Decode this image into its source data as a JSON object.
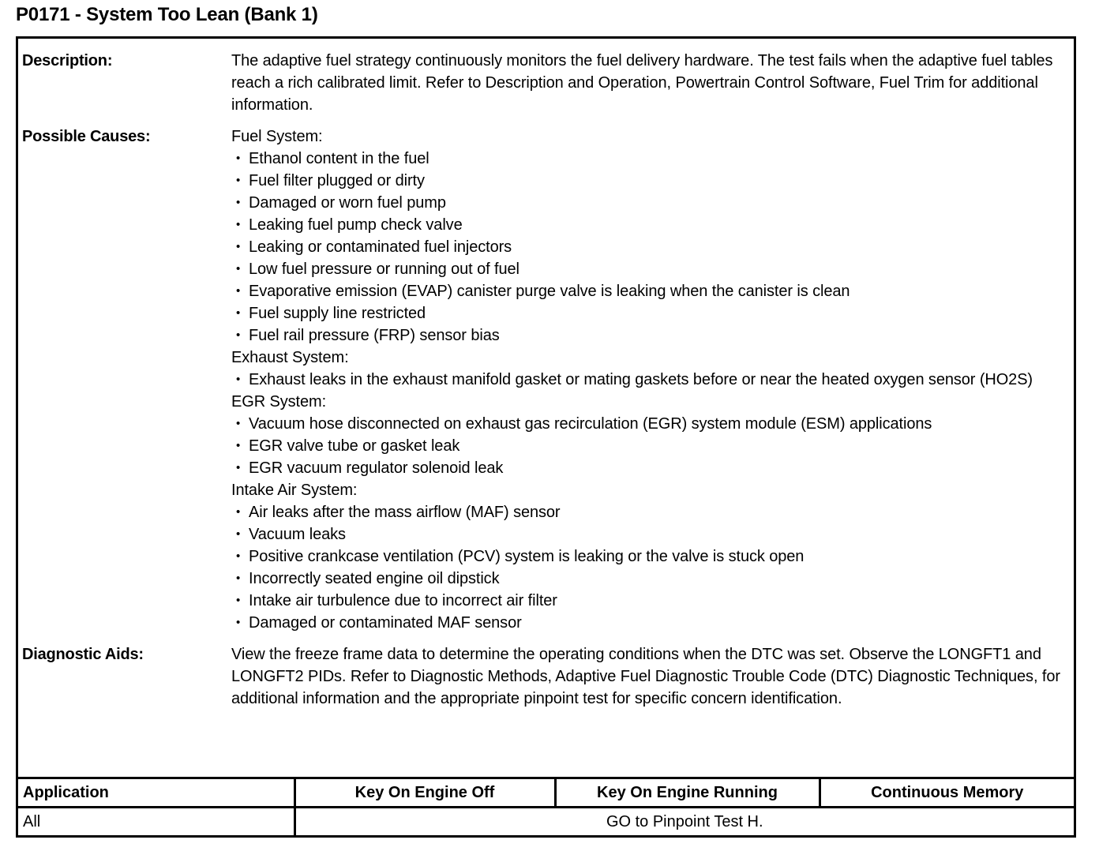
{
  "document": {
    "title": "P0171 - System Too Lean (Bank 1)"
  },
  "info": {
    "description": {
      "label": "Description:",
      "text": "The adaptive fuel strategy continuously monitors the fuel delivery hardware. The test fails when the adaptive fuel tables reach a rich calibrated limit. Refer to Description and Operation, Powertrain Control Software, Fuel Trim for additional information."
    },
    "possible_causes": {
      "label": "Possible Causes:",
      "groups": [
        {
          "heading": "Fuel System:",
          "items": [
            "Ethanol content in the fuel",
            "Fuel filter plugged or dirty",
            "Damaged or worn fuel pump",
            "Leaking fuel pump check valve",
            "Leaking or contaminated fuel injectors",
            "Low fuel pressure or running out of fuel",
            "Evaporative emission (EVAP) canister purge valve is leaking when the canister is clean",
            "Fuel supply line restricted",
            "Fuel rail pressure (FRP) sensor bias"
          ]
        },
        {
          "heading": "Exhaust System:",
          "items": [
            "Exhaust leaks in the exhaust manifold gasket or mating gaskets before or near the heated oxygen sensor (HO2S)"
          ]
        },
        {
          "heading": "EGR System:",
          "items": [
            "Vacuum hose disconnected on exhaust gas recirculation (EGR) system module (ESM) applications",
            "EGR valve tube or gasket leak",
            "EGR vacuum regulator solenoid leak"
          ]
        },
        {
          "heading": "Intake Air System:",
          "items": [
            "Air leaks after the mass airflow (MAF) sensor",
            "Vacuum leaks",
            "Positive crankcase ventilation (PCV) system is leaking or the valve is stuck open",
            "Incorrectly seated engine oil dipstick",
            "Intake air turbulence due to incorrect air filter",
            "Damaged or contaminated MAF sensor"
          ]
        }
      ]
    },
    "diagnostic_aids": {
      "label": "Diagnostic Aids:",
      "text": "View the freeze frame data to determine the operating conditions when the DTC was set. Observe the LONGFT1 and LONGFT2 PIDs. Refer to Diagnostic Methods, Adaptive Fuel Diagnostic Trouble Code (DTC) Diagnostic Techniques, for additional information and the appropriate pinpoint test for specific concern identification."
    }
  },
  "application_table": {
    "headers": [
      "Application",
      "Key On Engine Off",
      "Key On Engine Running",
      "Continuous Memory"
    ],
    "rows": [
      {
        "application": "All",
        "action": "GO to Pinpoint Test H."
      }
    ]
  }
}
